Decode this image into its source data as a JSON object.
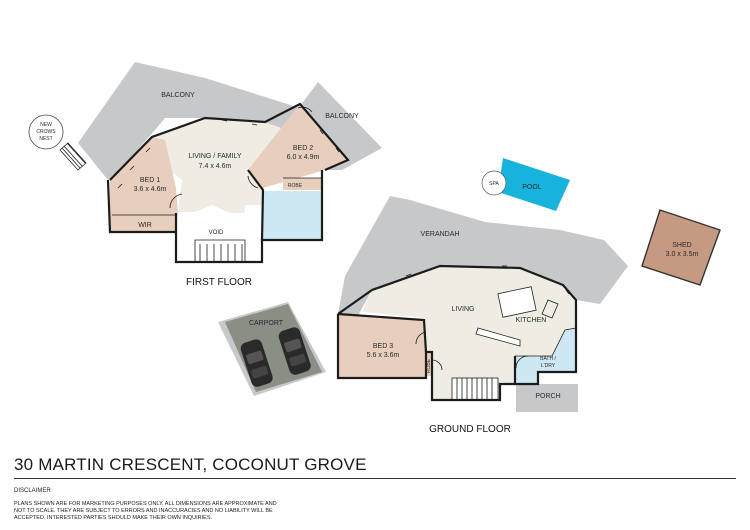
{
  "first_floor": {
    "floor_label": "FIRST FLOOR",
    "balcony_left": "BALCONY",
    "balcony_right": "BALCONY",
    "crows_nest": [
      "NEW",
      "CROWS",
      "NEST"
    ],
    "living_name": "LIVING / FAMILY",
    "living_dims": "7.4 x 4.6m",
    "bed1_name": "BED 1",
    "bed1_dims": "3.6 x 4.6m",
    "wir": "WIR",
    "bed2_name": "BED 2",
    "bed2_dims": "6.0 x 4.9m",
    "robe": "ROBE",
    "void": "VOID"
  },
  "ground_floor": {
    "floor_label": "GROUND FLOOR",
    "verandah": "VERANDAH",
    "living": "LIVING",
    "kitchen": "KITCHEN",
    "bed3_name": "BED 3",
    "bed3_dims": "5.6 x 3.6m",
    "robe": "ROBE",
    "bath_name": "BATH /",
    "bath_name2": "L'DRY",
    "porch": "PORCH"
  },
  "outdoor": {
    "spa": "SPA",
    "pool": "POOL",
    "carport": "CARPORT",
    "shed_name": "SHED",
    "shed_dims": "3.0 x 3.5m"
  },
  "colors": {
    "outdoor": "#c6c8ca",
    "interior": "#eeece3",
    "bedroom": "#e8cfbd",
    "wet": "#cde8f2",
    "pool": "#18b3dc",
    "shed": "#c69a82",
    "carport": "#8a8f86",
    "wall": "#1c1c1c"
  },
  "footer": {
    "title": "30 MARTIN CRESCENT, COCONUT GROVE",
    "disclaimer_heading": "DISCLAIMER",
    "disclaimer_text": "PLANS SHOWN ARE FOR MARKETING PURPOSES ONLY, ALL DIMENSIONS ARE APPROXIMATE AND NOT TO SCALE. THEY ARE SUBJECT TO ERRORS AND INACCURACIES AND NO LIABILITY WILL BE ACCEPTED. INTERESTED PARTIES SHOULD MAKE THEIR OWN INQUIRIES."
  }
}
